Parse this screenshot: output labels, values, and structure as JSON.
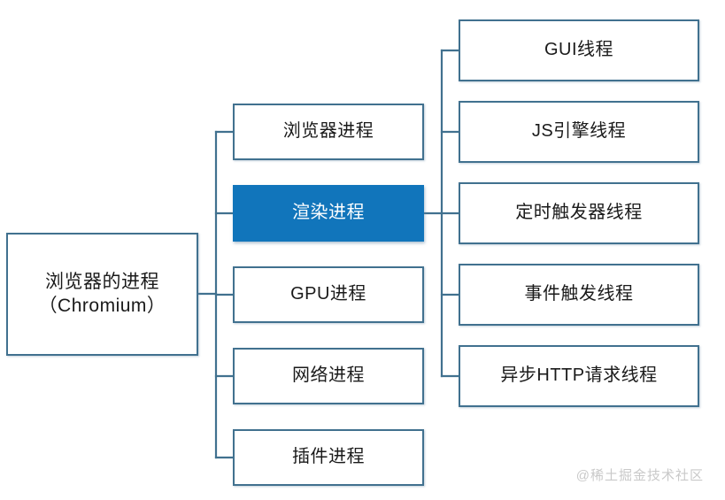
{
  "diagram": {
    "type": "tree",
    "title": "浏览器的进程（Chromium）",
    "colors": {
      "box_border": "#41718f",
      "box_fill": "#ffffff",
      "connector": "#41718f",
      "highlight_fill": "#1175bb",
      "highlight_text": "#ffffff",
      "text": "#1a1a1a",
      "watermark": "#c9c9c9"
    },
    "root": {
      "label_line1": "浏览器的进程",
      "label_line2": "（Chromium）",
      "label": "浏览器的进程\n（Chromium）"
    },
    "processes": [
      {
        "label": "浏览器进程",
        "highlighted": false
      },
      {
        "label": "渲染进程",
        "highlighted": true
      },
      {
        "label": "GPU进程",
        "highlighted": false
      },
      {
        "label": "网络进程",
        "highlighted": false
      },
      {
        "label": "插件进程",
        "highlighted": false
      }
    ],
    "threads": [
      {
        "label": "GUI线程"
      },
      {
        "label": "JS引擎线程"
      },
      {
        "label": "定时触发器线程"
      },
      {
        "label": "事件触发线程"
      },
      {
        "label": "异步HTTP请求线程"
      }
    ],
    "watermark": "@稀土掘金技术社区"
  }
}
